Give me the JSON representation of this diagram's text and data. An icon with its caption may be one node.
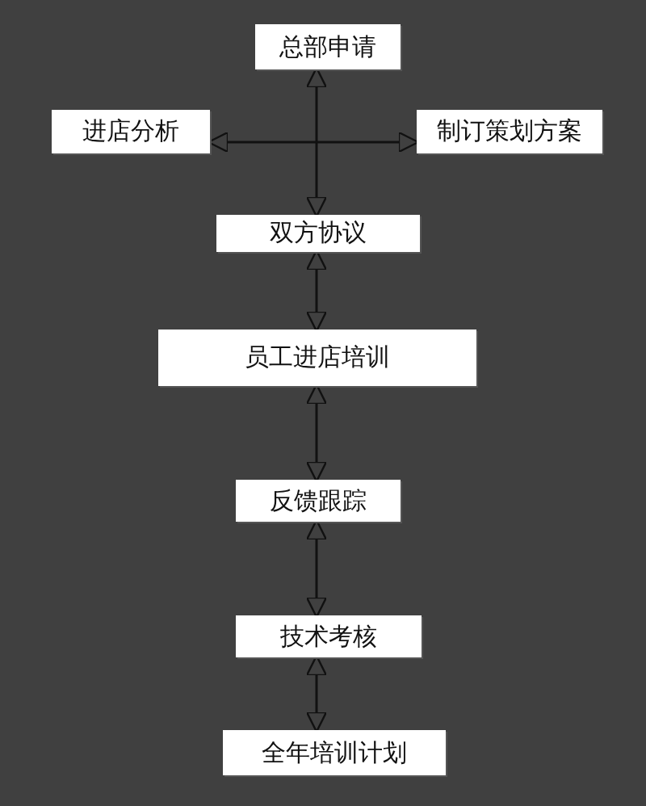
{
  "diagram": {
    "nodes": [
      {
        "text": [
          "总部申请"
        ]
      },
      {
        "text": [
          "进店分析"
        ]
      },
      {
        "text": [
          "制订策划方案"
        ]
      },
      {
        "text": [
          "双方协议"
        ]
      },
      {
        "text": [
          "员工进店培训"
        ]
      },
      {
        "text": [
          "反馈跟踪"
        ]
      },
      {
        "text": [
          "技术考核"
        ]
      },
      {
        "text": [
          "全年培训计划"
        ]
      }
    ],
    "edges": [
      {
        "from": 0,
        "to": 3,
        "arrow": "both"
      },
      {
        "from": 1,
        "to": 2,
        "arrow": "both"
      },
      {
        "from": 3,
        "to": 4,
        "arrow": "both"
      },
      {
        "from": 4,
        "to": 5,
        "arrow": "both"
      },
      {
        "from": 5,
        "to": 6,
        "arrow": "both"
      },
      {
        "from": 6,
        "to": 7,
        "arrow": "both"
      }
    ]
  }
}
